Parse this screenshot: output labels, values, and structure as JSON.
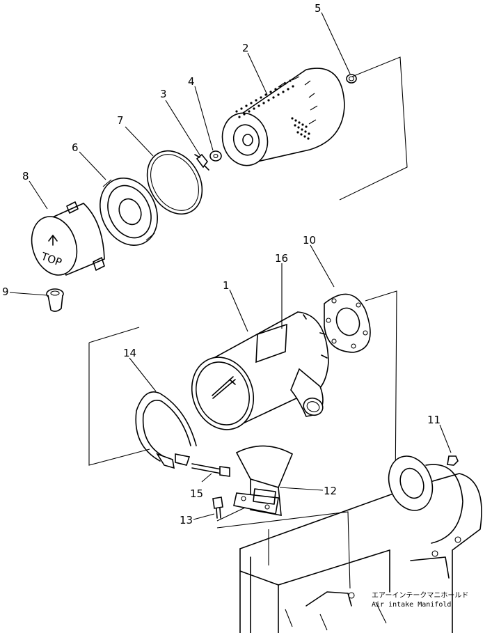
{
  "callouts": {
    "p1": "1",
    "p2": "2",
    "p3": "3",
    "p4": "4",
    "p5": "5",
    "p6": "6",
    "p7": "7",
    "p8": "8",
    "p9": "9",
    "p10": "10",
    "p11": "11",
    "p12": "12",
    "p13": "13",
    "p14": "14",
    "p15": "15",
    "p16": "16"
  },
  "cover_marking": "TOP",
  "manifold_label": {
    "japanese": "エアーインテークマニホールド",
    "english": "Air intake Manifold"
  }
}
